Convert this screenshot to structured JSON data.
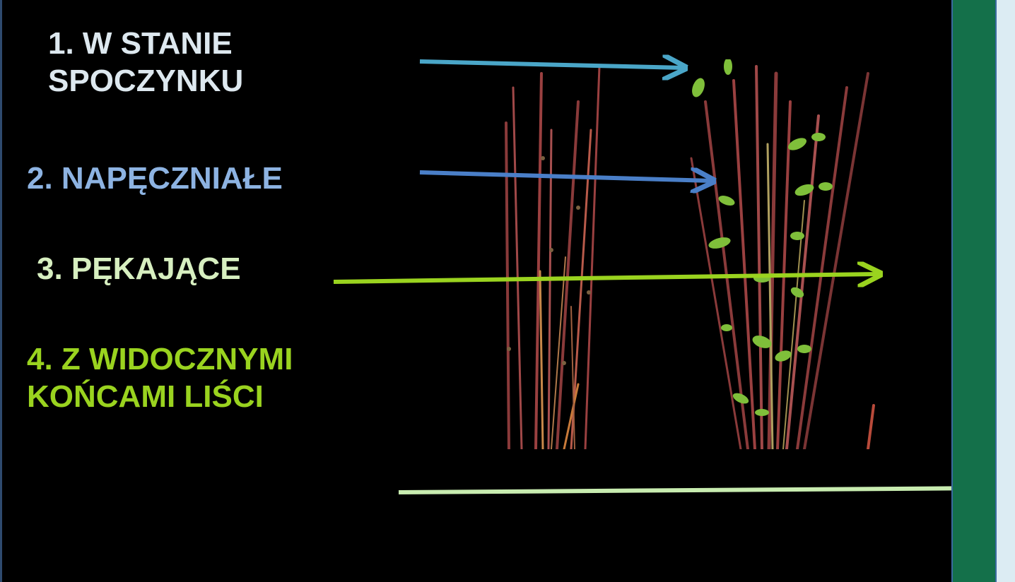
{
  "labels": {
    "dormant_line1": "1. W STANIE",
    "dormant_line2": "SPOCZYNKU",
    "swollen": "2. NAPĘCZNIAŁE",
    "bursting": "3. PĘKAJĄCE",
    "leaf_tips_line1": "4. Z WIDOCZNYMI",
    "leaf_tips_line2": "KOŃCAMI LIŚCI"
  },
  "colors": {
    "background": "#000000",
    "label_1": "#dde8ef",
    "label_2": "#8db3e2",
    "label_3": "#d7efc0",
    "label_4": "#9ad31f",
    "arrow_1": "#4aa6c8",
    "arrow_2": "#4a7fc8",
    "arrow_3": "#9ad31f",
    "arrow_4": "#c8ecb0",
    "side_band": "#14704a",
    "side_edge": "#dcecf3"
  }
}
